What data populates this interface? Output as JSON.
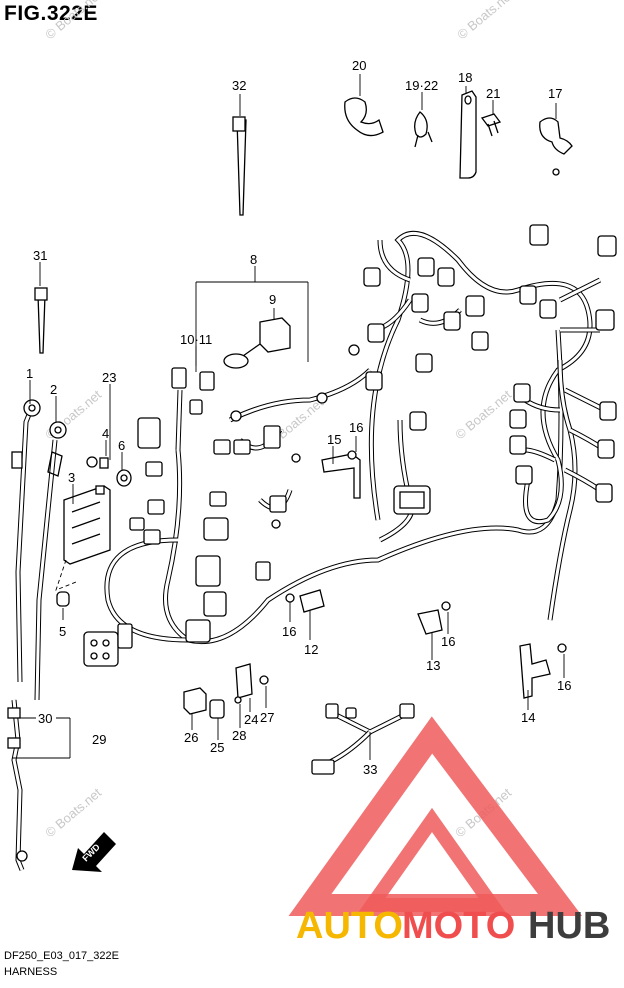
{
  "figure": {
    "title": "FIG.322E",
    "code": "DF250_E03_017_322E",
    "caption": "HARNESS"
  },
  "callouts": {
    "n1": "1",
    "n2": "2",
    "n3": "3",
    "n4": "4",
    "n5": "5",
    "n6": "6",
    "n8": "8",
    "n9": "9",
    "n10_11": "10·11",
    "n12": "12",
    "n13": "13",
    "n14": "14",
    "n15": "15",
    "n16a": "16",
    "n16b": "16",
    "n16c": "16",
    "n16d": "16",
    "n17": "17",
    "n18": "18",
    "n19_22": "19·22",
    "n20": "20",
    "n21": "21",
    "n23": "23",
    "n24": "24",
    "n25": "25",
    "n26": "26",
    "n27": "27",
    "n28": "28",
    "n29": "29",
    "n30": "30",
    "n31": "31",
    "n32": "32",
    "n33": "33"
  },
  "direction_marker": "FWD",
  "watermarks": {
    "w1": "© Boats.net",
    "w2": "© Boats.net",
    "w3": "© Boats.net",
    "w4": "© Boats.net",
    "w5": "© Boats.net",
    "w6": "© Boats.net",
    "w7": "© Boats.net"
  },
  "brand": {
    "part1": "AUTO",
    "part2": "MOTO",
    "part3": "HUB",
    "colors": {
      "auto": "#f5b700",
      "moto": "#f04e4e",
      "hub": "#3d3d3d",
      "logo": "#f05a5a"
    }
  }
}
